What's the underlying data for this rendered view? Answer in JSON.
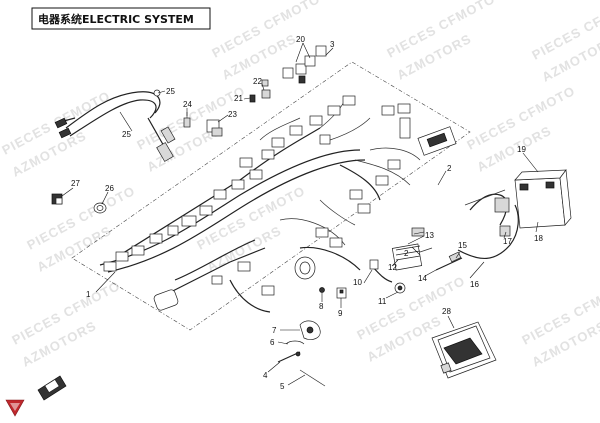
{
  "title": "电器系统ELECTRIC SYSTEM",
  "watermark": [
    "PIECES CFMOTO",
    "AZMOTORS"
  ],
  "callouts": [
    "1",
    "2",
    "3",
    "4",
    "5",
    "6",
    "7",
    "8",
    "9",
    "10",
    "11",
    "12",
    "13",
    "14",
    "15",
    "16",
    "17",
    "18",
    "19",
    "20",
    "21",
    "22",
    "23",
    "24",
    "25",
    "25",
    "26",
    "27",
    "28",
    "2"
  ],
  "colors": {
    "line": "#111111",
    "logo": "#c0282d"
  }
}
